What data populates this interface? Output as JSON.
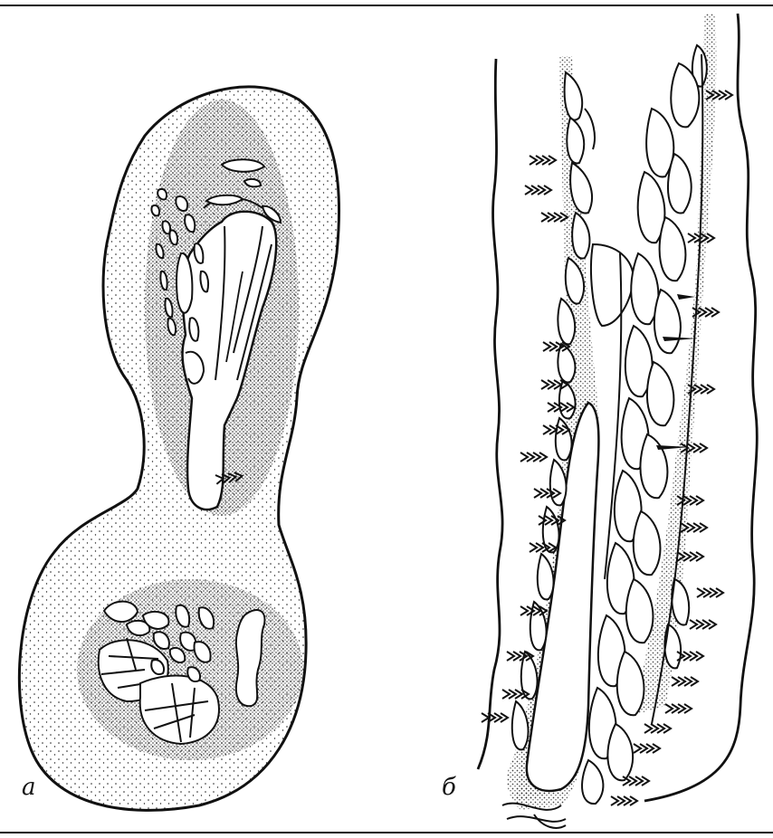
{
  "panels": [
    {
      "id": "a",
      "label": "а"
    },
    {
      "id": "b",
      "label": "б"
    }
  ],
  "colors": {
    "ink": "#111111",
    "paper": "#ffffff",
    "stipple": "#222222"
  }
}
